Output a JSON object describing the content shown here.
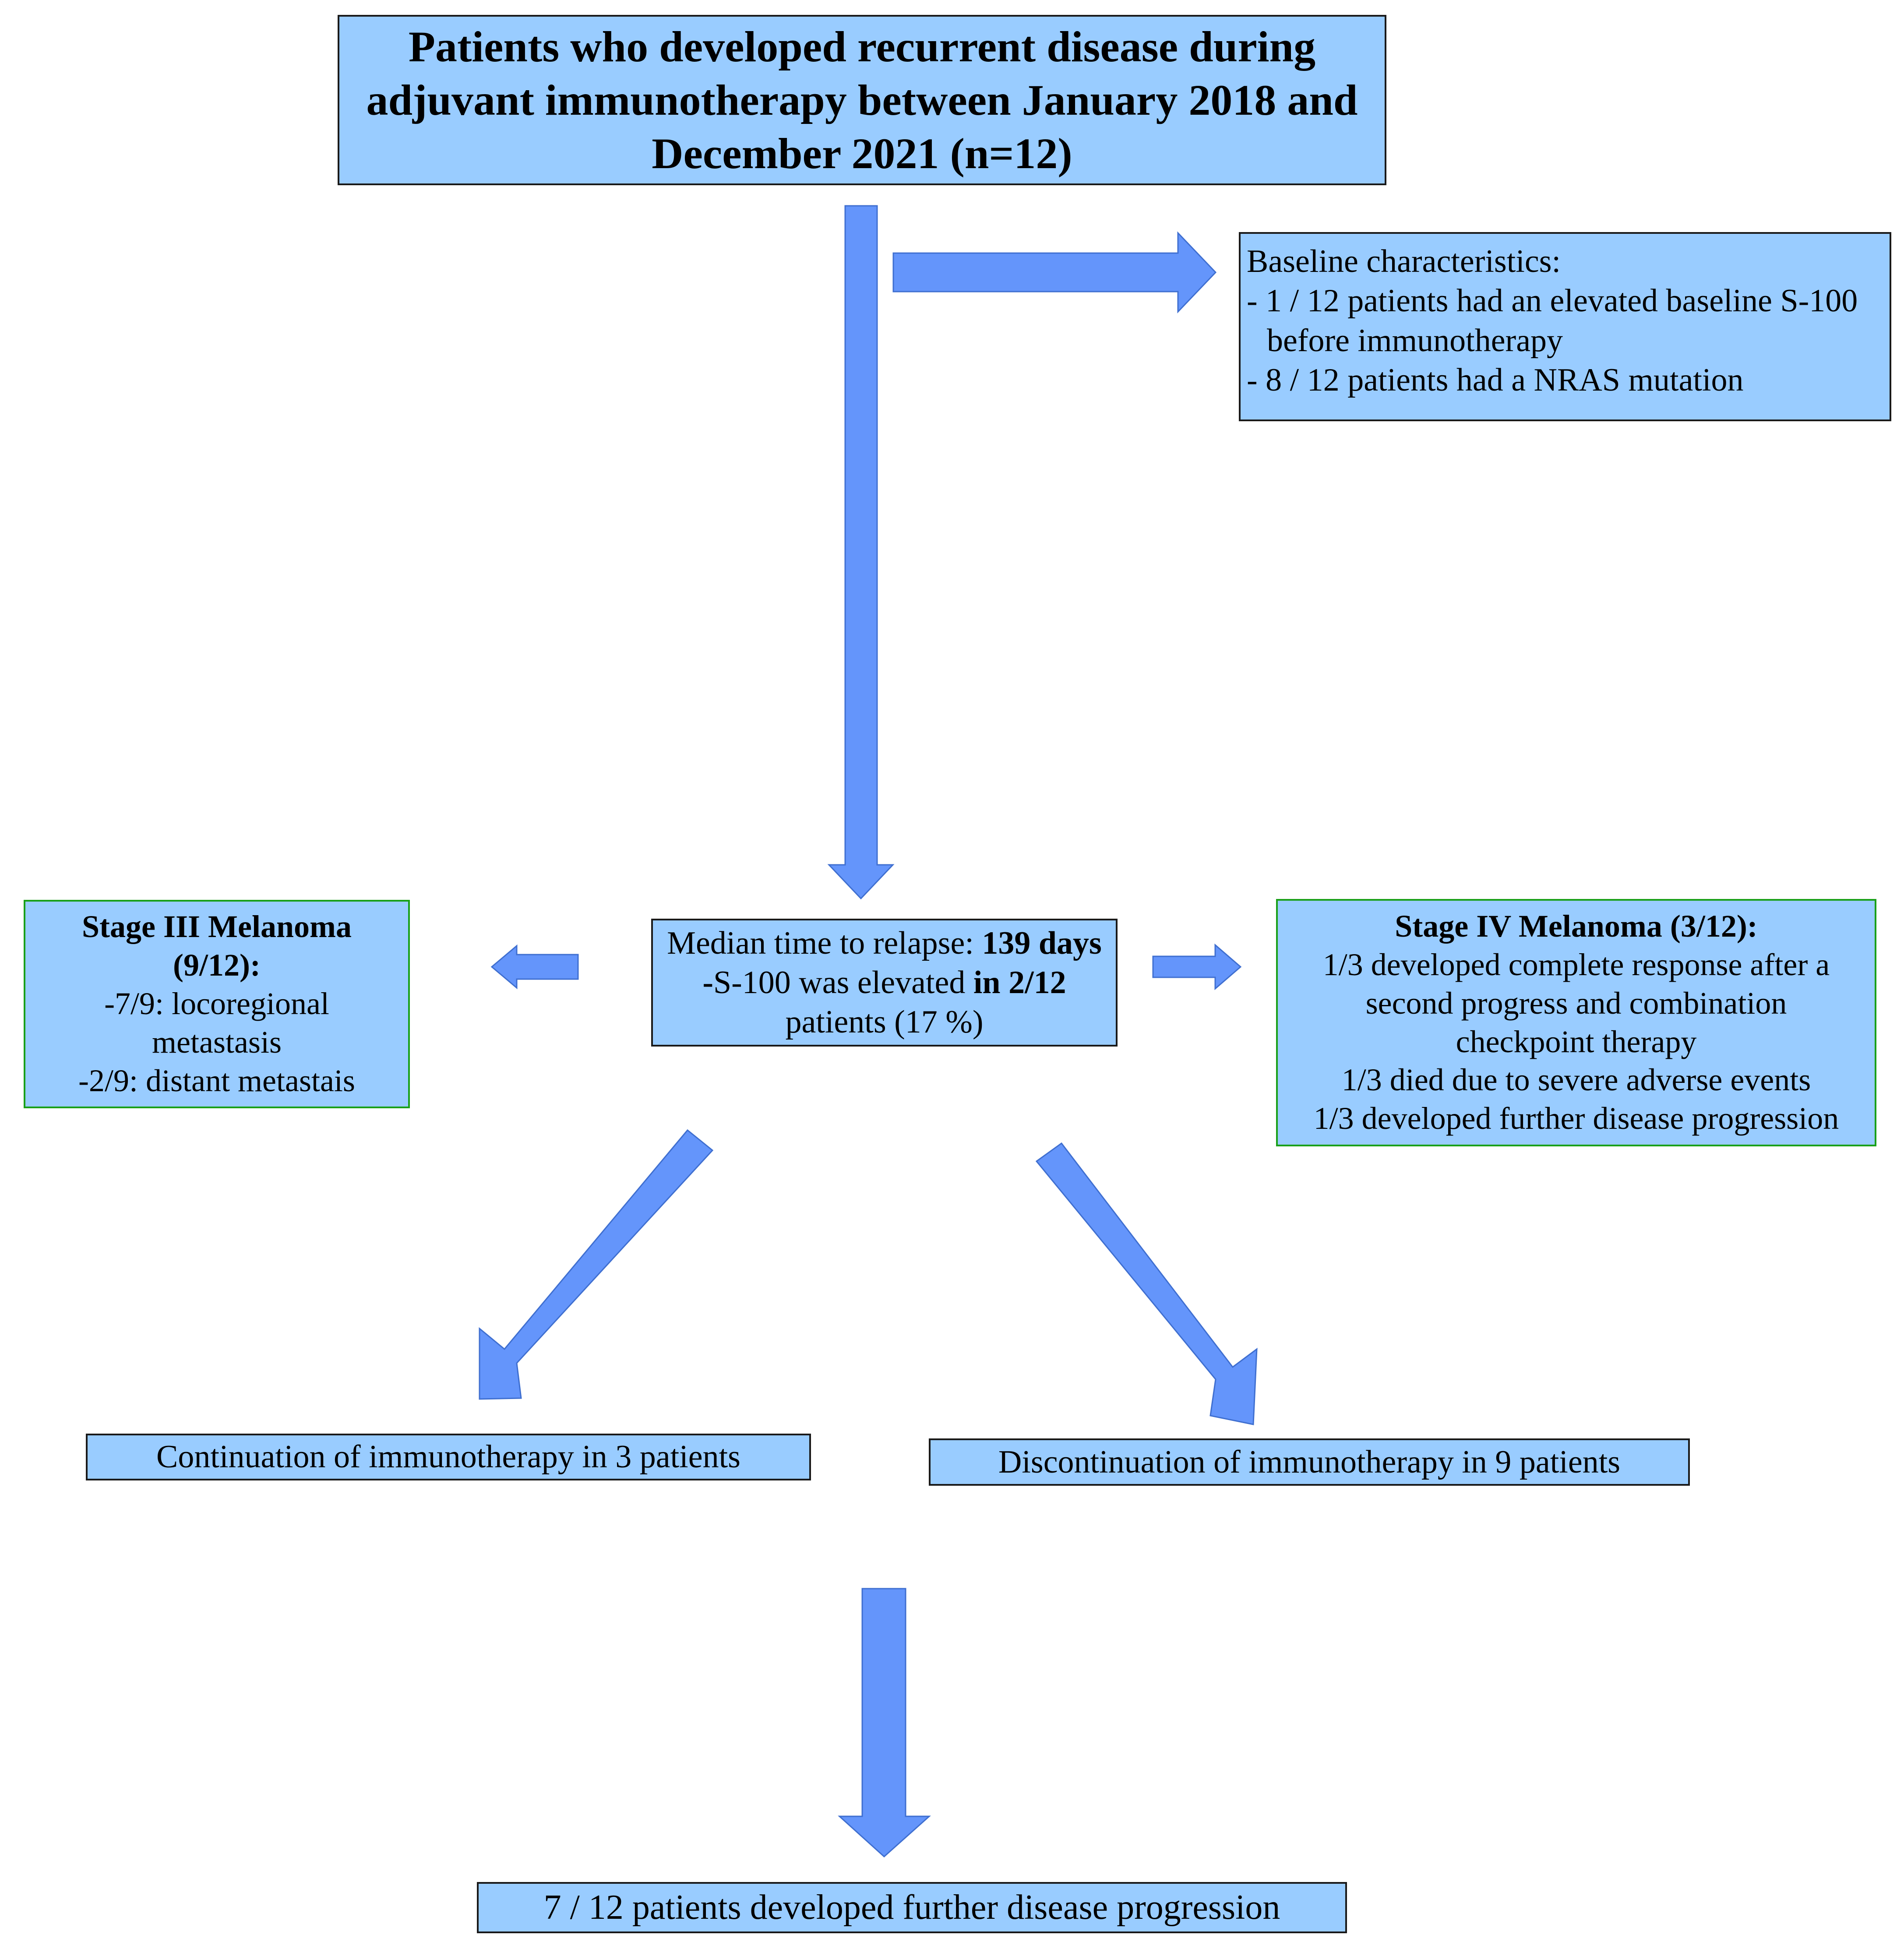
{
  "colors": {
    "box_fill": "#99ccff",
    "arrow_fill": "#6495fb",
    "box_border": "#1a1a1a",
    "stage_border": "#1aa01a"
  },
  "title": {
    "text": "Patients who developed recurrent disease during adjuvant immunotherapy between January 2018 and December 2021 (n=12)"
  },
  "baseline": {
    "heading": "Baseline characteristics:",
    "item1_a": "- 1 / 12 patients had an elevated baseline S-100",
    "item1_b": "before immunotherapy",
    "item2": "- 8 / 12 patients had a NRAS mutation"
  },
  "stage3": {
    "heading_a": "Stage III Melanoma",
    "heading_b": "(9/12):",
    "line1": "-7/9: locoregional",
    "line2": "metastasis",
    "line3": "-2/9: distant metastais"
  },
  "median": {
    "l1_plain": "Median time to relapse: ",
    "l1_bold": "139 days",
    "l2_bold_a": "-",
    "l2_plain": "S-100 was elevated ",
    "l2_bold_b": "in 2/12",
    "l3_plain": "patients (17 %)"
  },
  "stage4": {
    "heading": "Stage IV Melanoma (3/12):",
    "line1": "1/3 developed complete response after a",
    "line2": "second progress and combination",
    "line3": "checkpoint therapy",
    "line4": "1/3 died due to severe adverse events",
    "line5": "1/3 developed further disease progression"
  },
  "continuation": {
    "text": "Continuation of immunotherapy in 3 patients"
  },
  "discontinuation": {
    "text": "Discontinuation of immunotherapy in 9 patients"
  },
  "final": {
    "text": "7 / 12 patients developed further disease progression"
  }
}
